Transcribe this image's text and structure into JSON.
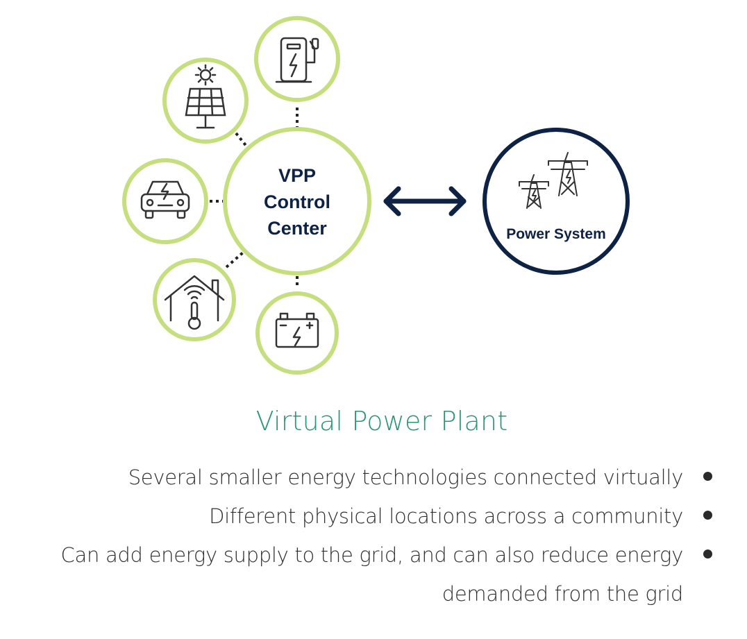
{
  "diagram": {
    "center_label": [
      "VPP",
      "Control",
      "Center"
    ],
    "power_system_label": "Power System",
    "colors": {
      "green": "#c6df7e",
      "navy": "#0d2244",
      "icon": "#333333"
    },
    "nodes": [
      {
        "icon": "ev-charger-icon"
      },
      {
        "icon": "solar-panel-icon"
      },
      {
        "icon": "electric-car-icon"
      },
      {
        "icon": "smart-thermostat-house-icon"
      },
      {
        "icon": "battery-icon"
      }
    ],
    "connection": "bidirectional-arrow-icon",
    "power_system_icon": "transmission-tower-icon"
  },
  "caption": {
    "title": "Virtual Power Plant",
    "bullets": [
      {
        "lines": [
          "Several smaller energy technologies connected virtually"
        ]
      },
      {
        "lines": [
          "Different physical locations across a community"
        ]
      },
      {
        "lines": [
          "Can add energy supply to the grid, and can also reduce energy",
          "demanded from the grid"
        ]
      }
    ]
  }
}
